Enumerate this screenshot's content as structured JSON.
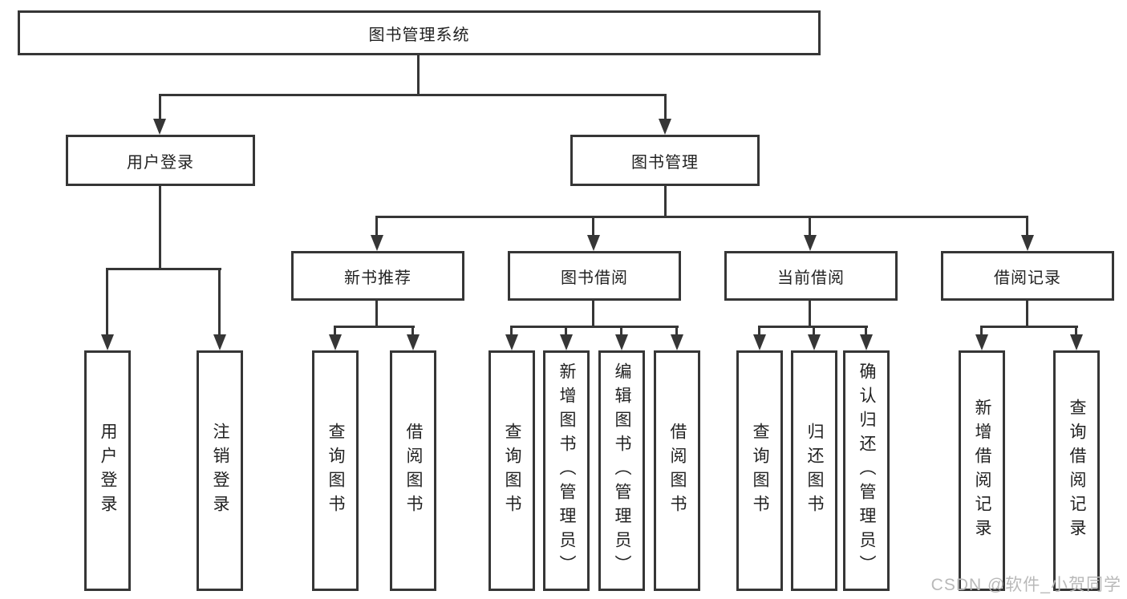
{
  "diagram": {
    "root": {
      "label": "图书管理系统"
    },
    "level2": [
      {
        "label": "用户登录"
      },
      {
        "label": "图书管理"
      }
    ],
    "level3": [
      {
        "label": "新书推荐"
      },
      {
        "label": "图书借阅"
      },
      {
        "label": "当前借阅"
      },
      {
        "label": "借阅记录"
      }
    ],
    "leaves": [
      {
        "label": "用户登录"
      },
      {
        "label": "注销登录"
      },
      {
        "label": "查询图书"
      },
      {
        "label": "借阅图书"
      },
      {
        "label": "查询图书"
      },
      {
        "label": "新增图书（管理员）"
      },
      {
        "label": "编辑图书（管理员）"
      },
      {
        "label": "借阅图书"
      },
      {
        "label": "查询图书"
      },
      {
        "label": "归还图书"
      },
      {
        "label": "确认归还（管理员）"
      },
      {
        "label": "新增借阅记录"
      },
      {
        "label": "查询借阅记录"
      }
    ]
  },
  "watermark": {
    "text": "CSDN @软件_小贺同学"
  },
  "colors": {
    "line": "#363636",
    "text": "#222222",
    "watermark": "#b9b9b9",
    "background": "#ffffff"
  }
}
